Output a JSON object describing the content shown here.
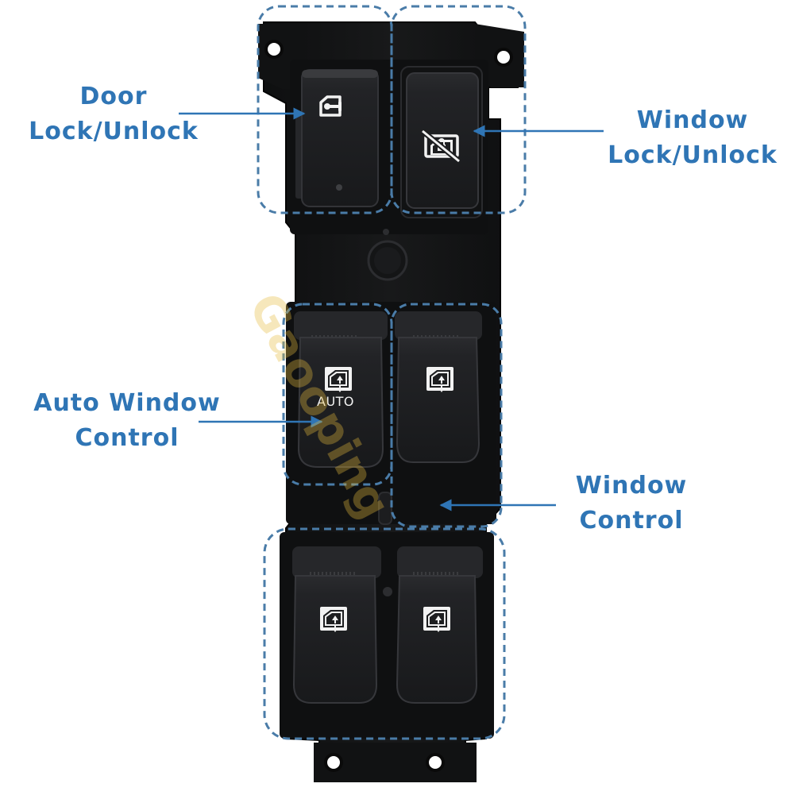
{
  "labels": {
    "door_lock": {
      "line1": "Door",
      "line2": "Lock/Unlock"
    },
    "window_lock": {
      "line1": "Window",
      "line2": "Lock/Unlock"
    },
    "auto_window": {
      "line1": "Auto Window",
      "line2": "Control"
    },
    "window_control": {
      "line1": "Window",
      "line2": "Control"
    }
  },
  "switch_text": {
    "auto": "AUTO"
  },
  "watermark": "Gaooping",
  "colors": {
    "label_blue": "#2f75b5",
    "dashed_outline": "#4a7ca8",
    "panel_black": "#141516",
    "button_black": "#1d1e20",
    "icon_white": "#f2f2f2",
    "watermark_gold": "#e6b93c"
  },
  "icons": {
    "door_lock": "door-key-icon",
    "window_lock": "window-lock-crossed-icon",
    "window": "window-up-down-icon"
  }
}
